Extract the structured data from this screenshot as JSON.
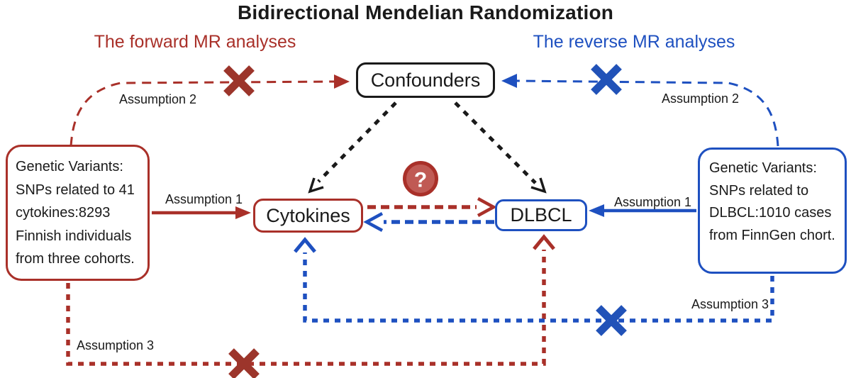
{
  "title": "Bidirectional Mendelian Randomization",
  "headers": {
    "forward": "The forward MR analyses",
    "reverse": "The reverse MR analyses"
  },
  "nodes": {
    "confounders": "Confounders",
    "cytokines": "Cytokines",
    "dlbcl": "DLBCL",
    "question_mark": "?"
  },
  "exposure_box": {
    "lines": [
      "Genetic Variants:",
      "SNPs related to 41",
      "cytokines:8293",
      "Finnish individuals",
      "from three cohorts."
    ]
  },
  "outcome_box": {
    "lines": [
      "Genetic Variants:",
      "SNPs related to",
      "DLBCL:1010 cases",
      "from FinnGen chort."
    ]
  },
  "assumptions": {
    "forward_1": "Assumption 1",
    "forward_2": "Assumption 2",
    "forward_3": "Assumption 3",
    "reverse_1": "Assumption 1",
    "reverse_2": "Assumption 2",
    "reverse_3": "Assumption 3"
  },
  "colors": {
    "forward_red": "#A93029",
    "reverse_blue": "#1E50C0",
    "black": "#1A1A1A",
    "question_fill": "#C05A54",
    "background": "#FFFFFF"
  }
}
